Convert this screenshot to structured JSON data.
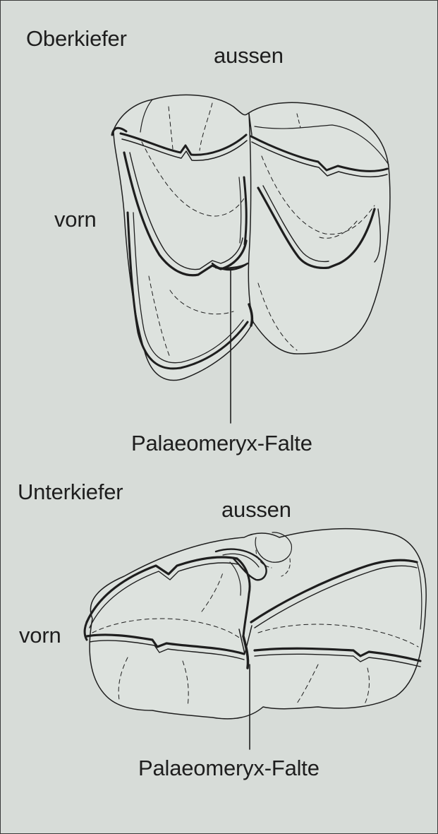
{
  "upper_jaw": {
    "title": "Oberkiefer",
    "outer_label": "aussen",
    "front_label": "vorn",
    "fold_label": "Palaeomeryx-Falte"
  },
  "lower_jaw": {
    "title": "Unterkiefer",
    "outer_label": "aussen",
    "front_label": "vorn",
    "fold_label": "Palaeomeryx-Falte"
  },
  "colors": {
    "background": "#d7dcd8",
    "ink": "#1e1e1e",
    "tooth_fill": "#dde2de"
  }
}
